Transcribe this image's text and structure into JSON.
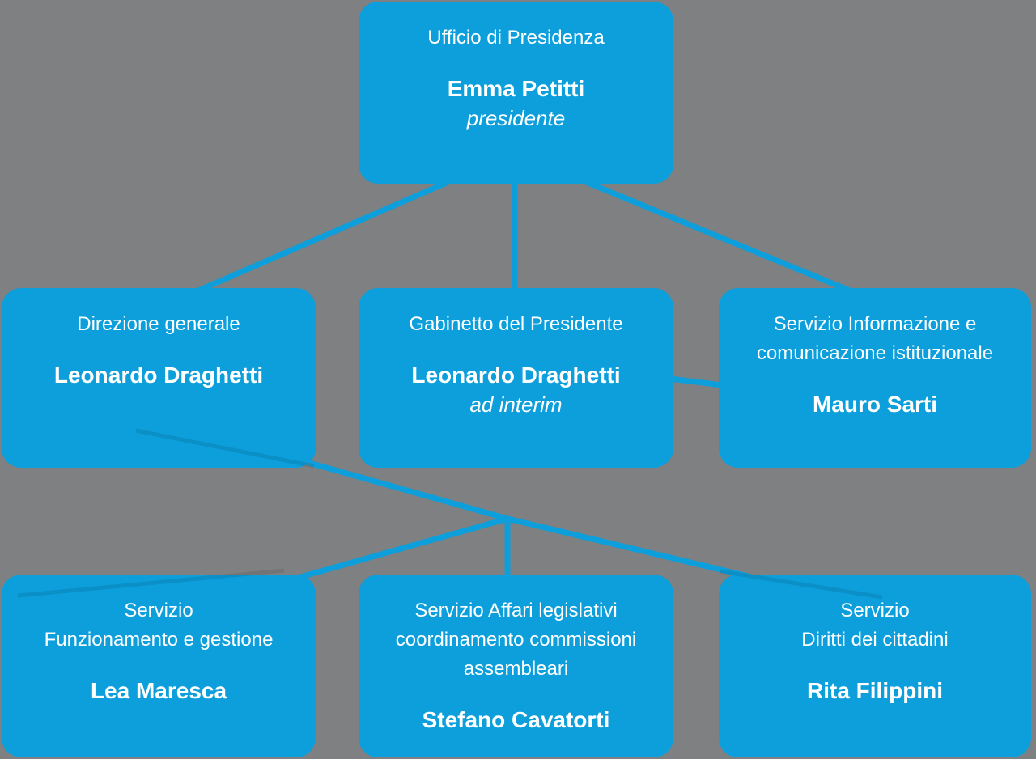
{
  "colors": {
    "background": "#7F8081",
    "box_fill": "#0C9FDB",
    "connector": "#0C9FDB",
    "text": "#FFFFFF"
  },
  "org_chart": {
    "boxes": [
      {
        "id": "ufficio-presidenza",
        "title_lines": [
          "Ufficio di Presidenza"
        ],
        "name": "Emma Petitti",
        "role": "presidente"
      },
      {
        "id": "direzione-generale",
        "title_lines": [
          "Direzione generale"
        ],
        "name": "Leonardo Draghetti"
      },
      {
        "id": "gabinetto-presidente",
        "title_lines": [
          "Gabinetto del Presidente"
        ],
        "name": "Leonardo Draghetti",
        "role": "ad interim"
      },
      {
        "id": "servizio-informazione",
        "title_lines": [
          "Servizio Informazione e",
          "comunicazione istituzionale"
        ],
        "name": "Mauro Sarti"
      },
      {
        "id": "servizio-funzionamento",
        "title_lines": [
          "Servizio",
          "Funzionamento e gestione"
        ],
        "name": "Lea Maresca"
      },
      {
        "id": "servizio-affari-legislativi",
        "title_lines": [
          "Servizio Affari legislativi",
          "coordinamento commissioni",
          "assembleari"
        ],
        "name": "Stefano Cavatorti"
      },
      {
        "id": "servizio-diritti",
        "title_lines": [
          "Servizio",
          "Diritti dei cittadini"
        ],
        "name": "Rita Filippini"
      }
    ],
    "edges": [
      [
        "ufficio-presidenza",
        "direzione-generale"
      ],
      [
        "ufficio-presidenza",
        "gabinetto-presidente"
      ],
      [
        "ufficio-presidenza",
        "servizio-informazione"
      ],
      [
        "gabinetto-presidente",
        "servizio-informazione"
      ],
      [
        "direzione-generale",
        "servizio-funzionamento"
      ],
      [
        "direzione-generale",
        "servizio-affari-legislativi"
      ],
      [
        "direzione-generale",
        "servizio-diritti"
      ]
    ]
  }
}
